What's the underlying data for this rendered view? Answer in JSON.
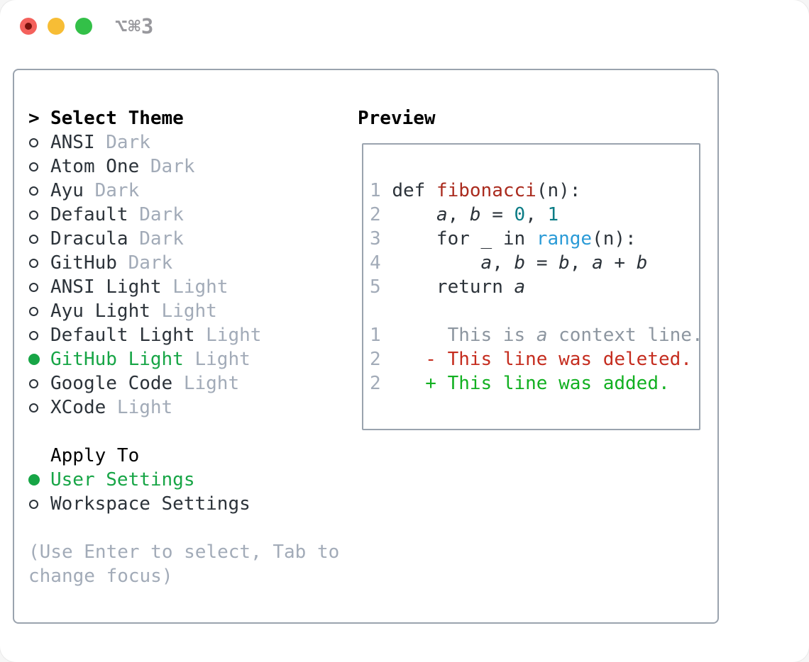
{
  "window": {
    "shortcut_label": "⌥⌘3"
  },
  "colors": {
    "selection_green": "#17a546",
    "added_green": "#12b021",
    "deleted_red": "#c52d1f",
    "function_red": "#aa2b1e",
    "number_teal": "#0b7c85",
    "call_blue": "#2b9bd7",
    "text_dark": "#2c333a",
    "muted_gray": "#a2abb8",
    "context_gray": "#8d96a0",
    "border_gray": "#9aa3ae",
    "traffic_red": "#f4615c",
    "traffic_red_dot": "#7a120c",
    "traffic_yellow": "#f7bd35",
    "traffic_green": "#33c048"
  },
  "theme_picker": {
    "prompt": ">",
    "header": "Select Theme",
    "items": [
      {
        "label": "ANSI",
        "badge": "Dark",
        "selected": false
      },
      {
        "label": "Atom One",
        "badge": "Dark",
        "selected": false
      },
      {
        "label": "Ayu",
        "badge": "Dark",
        "selected": false
      },
      {
        "label": "Default",
        "badge": "Dark",
        "selected": false
      },
      {
        "label": "Dracula",
        "badge": "Dark",
        "selected": false
      },
      {
        "label": "GitHub",
        "badge": "Dark",
        "selected": false
      },
      {
        "label": "ANSI Light",
        "badge": "Light",
        "selected": false
      },
      {
        "label": "Ayu Light",
        "badge": "Light",
        "selected": false
      },
      {
        "label": "Default Light",
        "badge": "Light",
        "selected": false
      },
      {
        "label": "GitHub Light",
        "badge": "Light",
        "selected": true
      },
      {
        "label": "Google Code",
        "badge": "Light",
        "selected": false
      },
      {
        "label": "XCode",
        "badge": "Light",
        "selected": false
      }
    ]
  },
  "apply_to": {
    "header": "Apply To",
    "options": [
      {
        "label": "User Settings",
        "selected": true
      },
      {
        "label": "Workspace Settings",
        "selected": false
      }
    ]
  },
  "hints": [
    "(Use Enter to select, Tab to",
    "change focus)"
  ],
  "preview": {
    "header": "Preview",
    "lines": [
      {
        "num": "1",
        "segments": [
          {
            "text": "def ",
            "style": "code"
          },
          {
            "text": "fibonacci",
            "style": "func"
          },
          {
            "text": "(n):",
            "style": "code"
          }
        ]
      },
      {
        "num": "2",
        "segments": [
          {
            "text": "    ",
            "style": "code"
          },
          {
            "text": "a",
            "style": "var"
          },
          {
            "text": ", ",
            "style": "code"
          },
          {
            "text": "b",
            "style": "var"
          },
          {
            "text": " = ",
            "style": "code"
          },
          {
            "text": "0",
            "style": "num"
          },
          {
            "text": ", ",
            "style": "code"
          },
          {
            "text": "1",
            "style": "num"
          }
        ]
      },
      {
        "num": "3",
        "segments": [
          {
            "text": "    for _ in ",
            "style": "code"
          },
          {
            "text": "range",
            "style": "call"
          },
          {
            "text": "(n):",
            "style": "code"
          }
        ]
      },
      {
        "num": "4",
        "segments": [
          {
            "text": "        ",
            "style": "code"
          },
          {
            "text": "a",
            "style": "var"
          },
          {
            "text": ", ",
            "style": "code"
          },
          {
            "text": "b",
            "style": "var"
          },
          {
            "text": " = ",
            "style": "code"
          },
          {
            "text": "b",
            "style": "var"
          },
          {
            "text": ", ",
            "style": "code"
          },
          {
            "text": "a",
            "style": "var"
          },
          {
            "text": " + ",
            "style": "code"
          },
          {
            "text": "b",
            "style": "var"
          }
        ]
      },
      {
        "num": "5",
        "segments": [
          {
            "text": "    return ",
            "style": "code"
          },
          {
            "text": "a",
            "style": "var"
          }
        ]
      },
      {
        "num": "",
        "segments": []
      },
      {
        "num": "1",
        "segments": [
          {
            "text": "     This is ",
            "style": "ctx"
          },
          {
            "text": "a",
            "style": "ctxvar"
          },
          {
            "text": " context line.",
            "style": "ctx"
          }
        ]
      },
      {
        "num": "2",
        "segments": [
          {
            "text": "   - This line was deleted.",
            "style": "del"
          }
        ]
      },
      {
        "num": "2",
        "segments": [
          {
            "text": "   + This line was added.",
            "style": "add"
          }
        ]
      }
    ]
  }
}
